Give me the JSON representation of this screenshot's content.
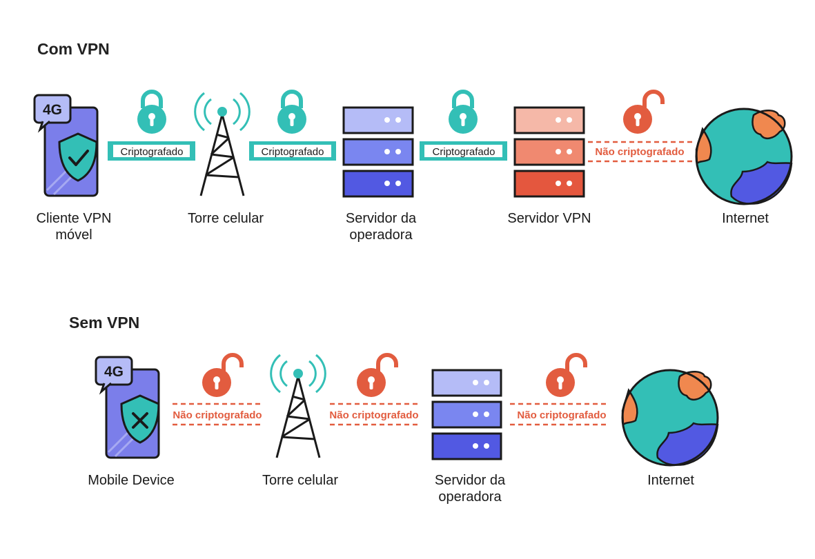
{
  "sections": {
    "with_vpn": {
      "title": "Com VPN",
      "nodes": {
        "client": "Cliente VPN\nmóvel",
        "tower": "Torre celular",
        "carrier": "Servidor da\noperadora",
        "vpn_server": "Servidor VPN",
        "internet": "Internet"
      },
      "links": {
        "link1": "Criptografado",
        "link2": "Criptografado",
        "link3": "Criptografado",
        "link4": "Não criptografado"
      }
    },
    "without_vpn": {
      "title": "Sem VPN",
      "nodes": {
        "device": "Mobile Device",
        "tower": "Torre celular",
        "carrier": "Servidor da\noperadora",
        "internet": "Internet"
      },
      "links": {
        "link1": "Não criptografado",
        "link2": "Não criptografado",
        "link3": "Não criptografado"
      }
    }
  },
  "badge": "4G",
  "colors": {
    "teal": "#33BFB6",
    "red_orange": "#E25C3F",
    "phone_purple": "#7B7EEA",
    "dark": "#1a1a1a",
    "server_light_blue": "#B5BCF7",
    "server_mid_blue": "#7A86F0",
    "server_dark_blue": "#5259E2",
    "server_light_red": "#F5B8A8",
    "server_mid_red": "#F08970",
    "server_dark_red": "#E4573E",
    "globe_orange": "#F0884F"
  },
  "icons": {
    "lock_closed": "lock-closed-icon",
    "lock_open": "lock-open-icon",
    "shield_check": "shield-check-icon",
    "shield_x": "shield-x-icon",
    "tower": "cell-tower-icon",
    "server": "server-icon",
    "globe": "globe-icon"
  }
}
